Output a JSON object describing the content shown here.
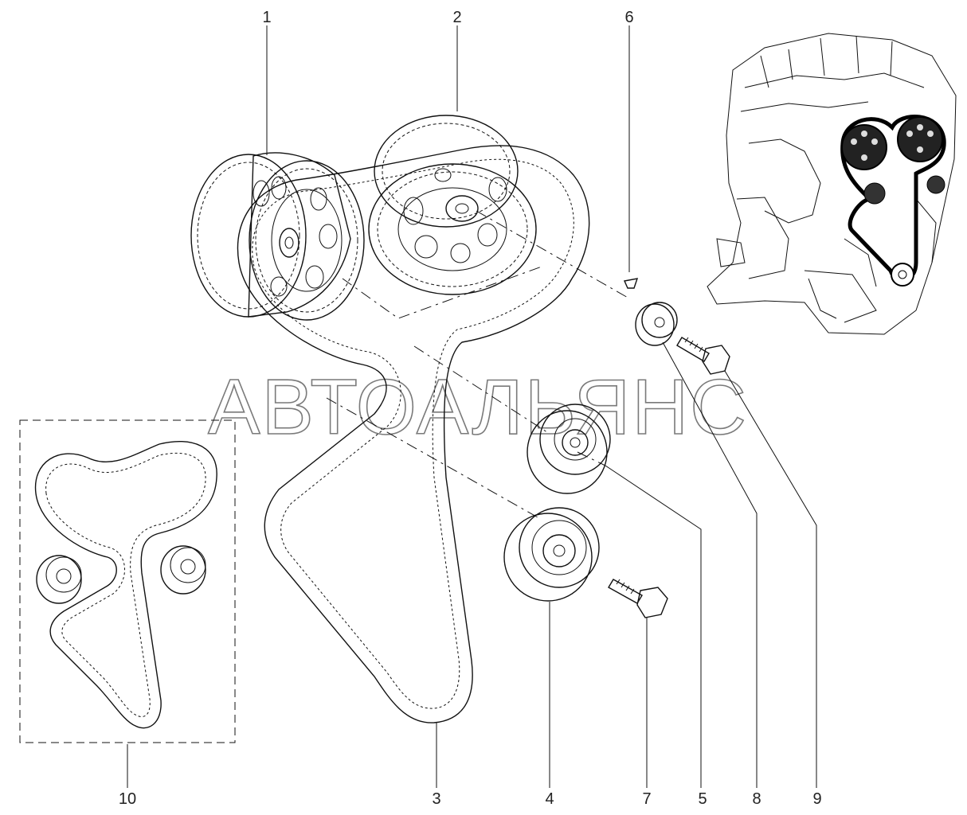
{
  "watermark": "АВТОАЛЬЯНС",
  "callouts": [
    {
      "id": "1",
      "label": "1"
    },
    {
      "id": "2",
      "label": "2"
    },
    {
      "id": "6",
      "label": "6"
    },
    {
      "id": "10",
      "label": "10"
    },
    {
      "id": "3",
      "label": "3"
    },
    {
      "id": "4",
      "label": "4"
    },
    {
      "id": "7",
      "label": "7"
    },
    {
      "id": "5",
      "label": "5"
    },
    {
      "id": "8",
      "label": "8"
    },
    {
      "id": "9",
      "label": "9"
    }
  ]
}
